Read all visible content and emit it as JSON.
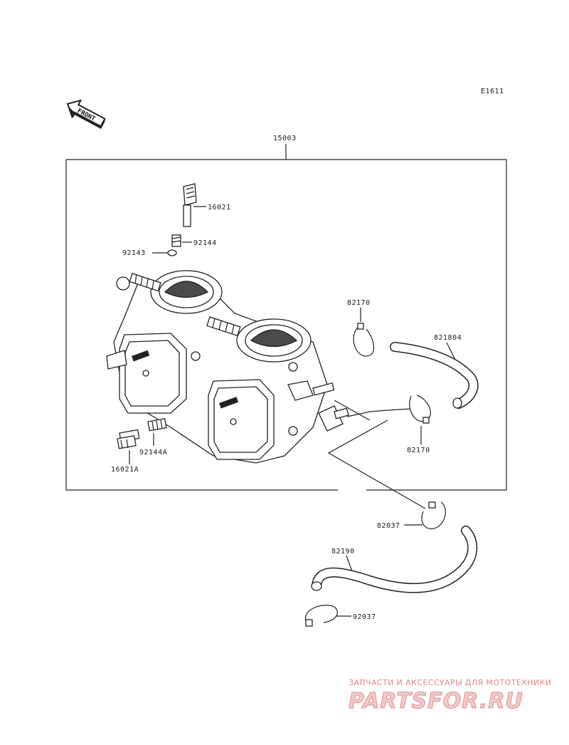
{
  "diagram_code": "E1611",
  "front_label": "FRONT",
  "assembly_number": "15003",
  "parts": {
    "p16021": "16021",
    "p92144": "92144",
    "p92143": "92143",
    "p82170_top": "82170",
    "p821804": "821804",
    "p82170_right": "82170",
    "p92144A": "92144A",
    "p16021A": "16021A",
    "p82037": "82037",
    "p82190": "82190",
    "p92037": "92037"
  },
  "watermark": {
    "tagline": "ЗАПЧАСТИ И АКСЕССУАРЫ ДЛЯ МОТОТЕХНИКИ",
    "logo": "PARTSFOR.RU"
  }
}
